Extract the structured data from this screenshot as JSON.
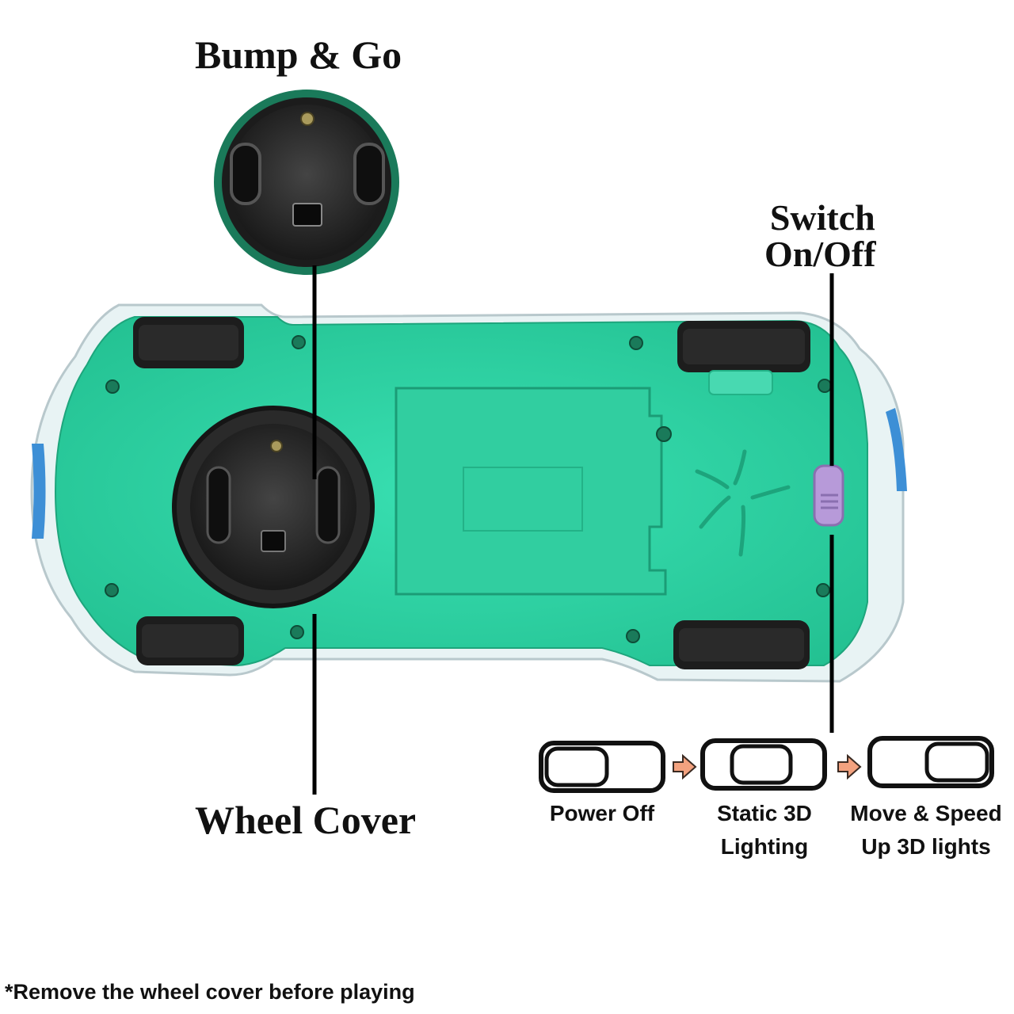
{
  "labels": {
    "bump_go": "Bump & Go",
    "switch_line1": "Switch",
    "switch_line2": "On/Off",
    "wheel_cover": "Wheel Cover",
    "footnote": "*Remove the wheel cover before playing"
  },
  "modes": [
    {
      "line1": "Power Off",
      "line2": ""
    },
    {
      "line1": "Static 3D",
      "line2": "Lighting"
    },
    {
      "line1": "Move & Speed",
      "line2": "Up 3D lights"
    }
  ],
  "colors": {
    "body_green": "#2fd6a6",
    "body_green_dark": "#22b98c",
    "wheel_black": "#1e1e1e",
    "switch_purple": "#b79ad9",
    "arrow_orange": "#f3a27f"
  },
  "icons": [
    "screw-icon",
    "toggle-switch-icon",
    "arrow-right-icon",
    "speaker-icon"
  ]
}
